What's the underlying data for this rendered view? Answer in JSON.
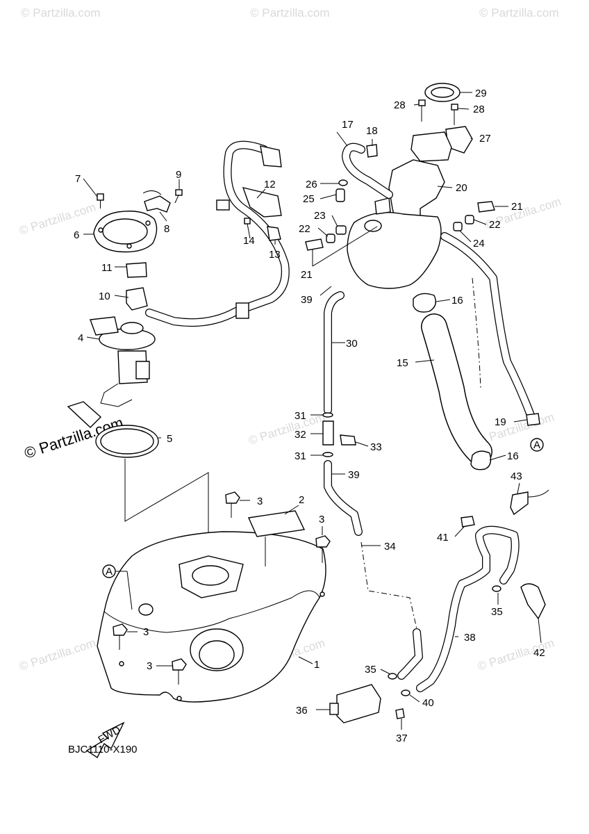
{
  "diagram": {
    "code": "BJC1110-X190",
    "fwd_label": "FWD",
    "ref_marker": "A",
    "watermark": "© Partzilla.com",
    "callouts": [
      "1",
      "2",
      "3",
      "3",
      "3",
      "3",
      "4",
      "5",
      "6",
      "7",
      "8",
      "9",
      "10",
      "11",
      "12",
      "13",
      "14",
      "15",
      "16",
      "16",
      "17",
      "18",
      "19",
      "20",
      "21",
      "21",
      "22",
      "22",
      "23",
      "24",
      "25",
      "26",
      "27",
      "28",
      "28",
      "29",
      "30",
      "31",
      "31",
      "32",
      "33",
      "34",
      "35",
      "35",
      "36",
      "37",
      "38",
      "39",
      "39",
      "40",
      "41",
      "42",
      "43"
    ]
  }
}
